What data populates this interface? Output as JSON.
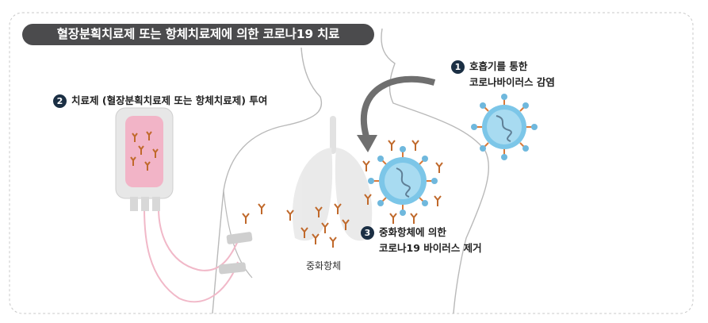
{
  "title": "혈장분획치료제 또는 항체치료제에 의한 코로나19 치료",
  "steps": [
    {
      "number": "1",
      "line1": "호흡기를 통한",
      "line2": "코로나바이러스 감염"
    },
    {
      "number": "2",
      "line1": "치료제 (혈장분획치료제 또는 항체치료제) 투여"
    },
    {
      "number": "3",
      "line1": "중화항체에 의한",
      "line2": "코로나19 바이러스 제거"
    }
  ],
  "antibody_label": "중화항체",
  "colors": {
    "title_bg": "#4b4b4d",
    "badge": "#1b2f44",
    "virus": "#7cc6e8",
    "virus_spike": "#d97a3a",
    "antibody": "#c0692b",
    "iv_bag": "#f2b4c7",
    "arrow": "#6f6f6f"
  }
}
